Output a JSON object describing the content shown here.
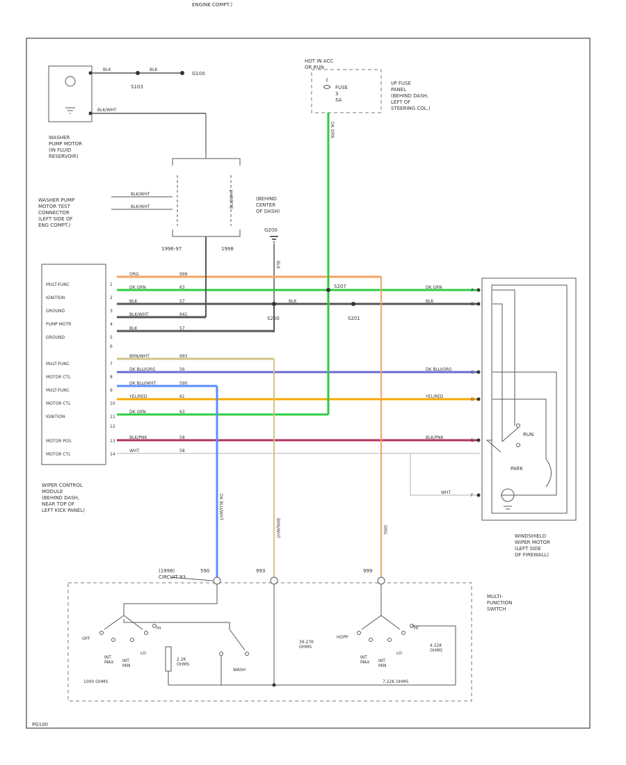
{
  "colors": {
    "orange": "#f4a460",
    "green": "#2ecc40",
    "dark_gray": "#555555",
    "tan": "#d2c48a",
    "violet": "#6a6ad0",
    "blue": "#5b8cff",
    "yellow": "#f7a800",
    "red_violet": "#b03060",
    "white": "#cccccc"
  },
  "washer_pump": {
    "label": "WASHER\nPUMP MOTOR\n(IN FLUID\nRESERVOIR)",
    "wire1": "BLK",
    "wire2": "BLK/WHT",
    "splice": "S103",
    "ground": "G100",
    "ground_note": "(LEFT FRONT OF\nENGINE COMPT.)"
  },
  "fuse_panel": {
    "hot_label": "HOT IN ACC\nOR RUN",
    "fuse": "FUSE\n3\n5A",
    "panel_label": "I/P FUSE\nPANEL\n(BEHIND DASH,\nLEFT OF\nSTEERING COL.)",
    "wire": "DK GRN"
  },
  "connector": {
    "label": "WASHER PUMP\nMOTOR TEST\nCONNECTOR\n(LEFT SIDE OF\nENG COMPT.)",
    "wire_a": "BLK/WHT",
    "wire_b": "BLK/WHT",
    "wire_c": "BLK/WHT",
    "year1": "1996-97",
    "year2": "1998"
  },
  "ground2": {
    "label": "(BEHIND\nCENTER\nOF DASH)",
    "name": "G200"
  },
  "module": {
    "label": "WIPER CONTROL\nMODULE\n(BEHIND DASH,\nNEAR TOP OF\nLEFT KICK PANEL)",
    "pins": [
      "MULT-FUNC",
      "IGNITION",
      "GROUND",
      "PUMP MOTR",
      "GROUND",
      "",
      "MULT-FUNC",
      "MOTOR CTL",
      "MULT-FUNC",
      "MOTOR CTL",
      "IGNITION",
      "",
      "MOTOR POS",
      "MOTOR CTL"
    ],
    "pin_numbers": [
      "1",
      "2",
      "3",
      "4",
      "5",
      "6",
      "7",
      "8",
      "9",
      "10",
      "11",
      "12",
      "13",
      "14"
    ]
  },
  "wires": [
    {
      "name": "ORG",
      "circuit": "999",
      "color_key": "orange"
    },
    {
      "name": "DK GRN",
      "circuit": "63",
      "color_key": "green"
    },
    {
      "name": "BLK",
      "circuit": "57",
      "color_key": "dark_gray"
    },
    {
      "name": "BLK/WHT",
      "circuit": "941",
      "color_key": "dark_gray"
    },
    {
      "name": "BLK",
      "circuit": "57",
      "color_key": "dark_gray"
    },
    {
      "name": "BRN/WHT",
      "circuit": "993",
      "color_key": "tan"
    },
    {
      "name": "DK BLU/ORG",
      "circuit": "56",
      "color_key": "violet"
    },
    {
      "name": "DK BLU/WHT",
      "circuit": "590",
      "color_key": "blue"
    },
    {
      "name": "YEL/RED",
      "circuit": "61",
      "color_key": "yellow"
    },
    {
      "name": "DK GRN",
      "circuit": "63",
      "color_key": "green"
    },
    {
      "name": "BLK/PNK",
      "circuit": "58",
      "color_key": "red_violet"
    },
    {
      "name": "WHT",
      "circuit": "58",
      "color_key": "white"
    }
  ],
  "splices": {
    "s200": "S200",
    "s201": "S201",
    "s207": "S207"
  },
  "motor": {
    "label": "WINDSHIELD\nWIPER MOTOR\n(LEFT SIDE\nOF FIREWALL)",
    "right_wires": [
      "DK GRN",
      "BLK",
      "DK BLU/ORG",
      "YEL/RED",
      "BLK/PNK",
      "WHT"
    ],
    "pins": [
      "A",
      "B",
      "C",
      "D",
      "E",
      "F"
    ],
    "run": "RUN",
    "park": "PARK"
  },
  "switch": {
    "label": "MULTI-\nFUNCTION\nSWITCH",
    "circ_left": "(1998)\nCIRCUIT 93",
    "c590": "590",
    "c993": "993",
    "c999": "999",
    "left_positions": [
      "OFF",
      "INT\nMAX",
      "INT\nMIN",
      "LO",
      "HI"
    ],
    "right_positions": [
      "HOPP",
      "INT\nMAX",
      "INT\nMIN",
      "LO",
      "HI"
    ],
    "ohm1": "2.2K\nOHMS",
    "ohm2": "39.27K\nOHMS",
    "ohm3": "4.22K\nOHMS",
    "ohm4": "7.22K OHMS",
    "ohm5": "1000 OHMS",
    "wash": "WASH",
    "res_label": "1000 OHMS"
  },
  "vertical_wires": {
    "v1": "DK BLU/WHT",
    "v2": "BRN/WHT",
    "v3": "ORG"
  },
  "footer": "PG100"
}
